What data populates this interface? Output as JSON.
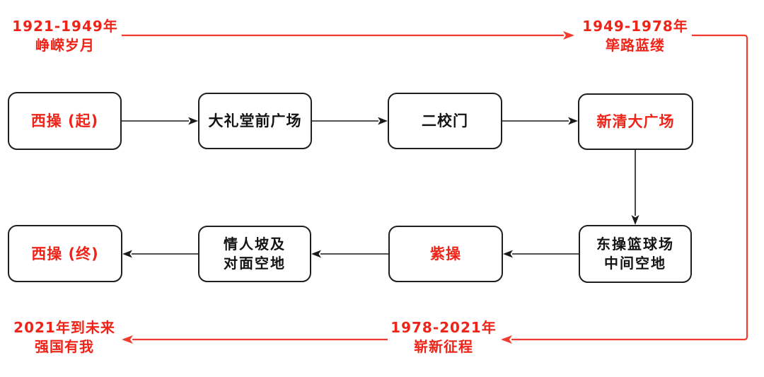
{
  "canvas": {
    "background": "#ffffff"
  },
  "colors": {
    "era_text_red": "#ee2419",
    "timeline_line_red": "#f23b2e",
    "node_border_black": "#1f1f1f",
    "node_text_black": "#141414"
  },
  "eras": [
    {
      "period": "1921-1949年",
      "name": "峥嵘岁月"
    },
    {
      "period": "1949-1978年",
      "name": "筚路蓝缕"
    },
    {
      "period": "1978-2021年",
      "name": "崭新征程"
    },
    {
      "period": "2021年到未来",
      "name": "强国有我"
    }
  ],
  "nodes": [
    {
      "line1": "西操 (起)",
      "emphasized": true
    },
    {
      "line1": "大礼堂前广场",
      "emphasized": false
    },
    {
      "line1": "二校门",
      "emphasized": false
    },
    {
      "line1": "新清大广场",
      "emphasized": true
    },
    {
      "line1": "东操篮球场",
      "line2": "中间空地",
      "emphasized": false
    },
    {
      "line1": "紫操",
      "emphasized": true
    },
    {
      "line1": "情人坡及",
      "line2": "对面空地",
      "emphasized": false
    },
    {
      "line1": "西操 (终)",
      "emphasized": true
    }
  ],
  "node_edges": [
    [
      0,
      1
    ],
    [
      1,
      2
    ],
    [
      2,
      3
    ],
    [
      3,
      4
    ],
    [
      4,
      5
    ],
    [
      5,
      6
    ],
    [
      6,
      7
    ]
  ],
  "era_edges": [
    [
      0,
      1
    ],
    [
      1,
      2
    ],
    [
      2,
      3
    ]
  ]
}
